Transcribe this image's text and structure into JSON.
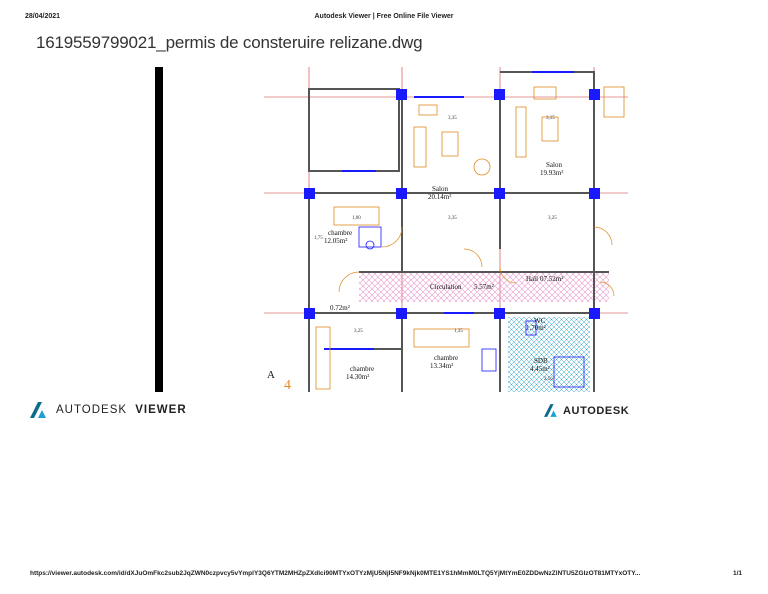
{
  "header": {
    "date": "28/04/2021",
    "title": "Autodesk Viewer | Free Online File Viewer"
  },
  "file": {
    "name": "1619559799021_permis de consteruire relizane.dwg"
  },
  "plan": {
    "rooms": [
      {
        "name": "Salon",
        "area": "20.14m²"
      },
      {
        "name": "Salon",
        "area": "19.93m²"
      },
      {
        "name": "chambre",
        "area": "12.05m²"
      },
      {
        "name": "Circulation",
        "area": "5.57m²"
      },
      {
        "name": "Hall",
        "area": "07.52m²"
      },
      {
        "name": "WC",
        "area": "1.70m²"
      },
      {
        "name": "SDB",
        "area": "4.45m²"
      },
      {
        "name": "chambre",
        "area": "13.34m²"
      },
      {
        "name": "chambre",
        "area": "14.30m²"
      },
      {
        "name": "",
        "area": "0.72m²"
      }
    ],
    "dimensions": [
      "3,35",
      "3,35",
      "3,25",
      "3,25",
      "1,00",
      "3,15",
      "1,75",
      "2,56",
      "1,35"
    ],
    "section_label": "A",
    "section_number": "4",
    "colors": {
      "wall": "#555555",
      "column": "#1a1aff",
      "axis": "#cc3333",
      "hatch": "#e899d0",
      "furniture": "#e08a1e"
    }
  },
  "branding": {
    "left": {
      "brand": "AUTODESK",
      "product": "VIEWER",
      "icon": "autodesk-logo-icon"
    },
    "right": {
      "brand": "AUTODESK",
      "icon": "autodesk-logo-icon"
    },
    "colors": {
      "logo_dark": "#0a6b8c",
      "logo_light": "#1ba1d1"
    }
  },
  "footer": {
    "url": "https://viewer.autodesk.com/id/dXJuOmFkc2sub2JqZWN0czpvcy5vYmplY3Q6YTM2MHZpZXdlci90MTYxOTYzMjU5NjI5NF9kNjk0MTE1YS1hMmM0LTQ5YjMtYmE0ZDDwNzZlNTU5ZGIzOT81MTYxOTY...",
    "page": "1/1"
  }
}
